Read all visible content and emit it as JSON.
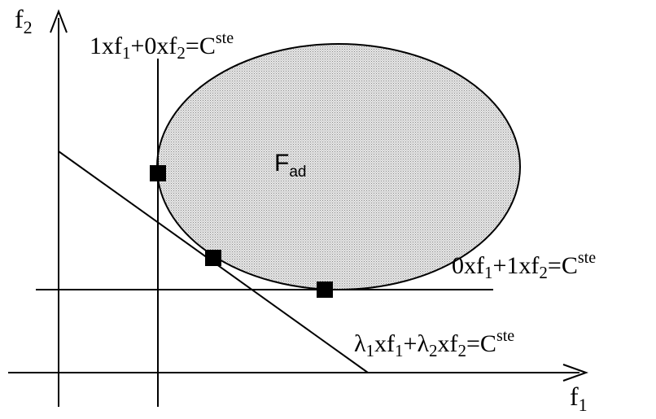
{
  "axes": {
    "x_label": "f",
    "x_label_sub": "1",
    "y_label": "f",
    "y_label_sub": "2"
  },
  "region": {
    "label": "F",
    "label_sub": "ad"
  },
  "lines": {
    "vertical": {
      "t1": "1xf",
      "s1": "1",
      "t2": "+0xf",
      "s2": "2",
      "t3": "=C",
      "sup": "ste"
    },
    "horizontal": {
      "t1": "0xf",
      "s1": "1",
      "t2": "+1xf",
      "s2": "2",
      "t3": "=C",
      "sup": "ste"
    },
    "diagonal": {
      "t1": "λ",
      "s1": "1",
      "t2": "xf",
      "s2": "1",
      "t3": "+λ",
      "s3": "2",
      "t4": "xf",
      "s4": "2",
      "t5": "=C",
      "sup": "ste"
    }
  },
  "colors": {
    "stroke": "#000000",
    "region_fill": "#d9d9d9",
    "marker": "#000000"
  }
}
